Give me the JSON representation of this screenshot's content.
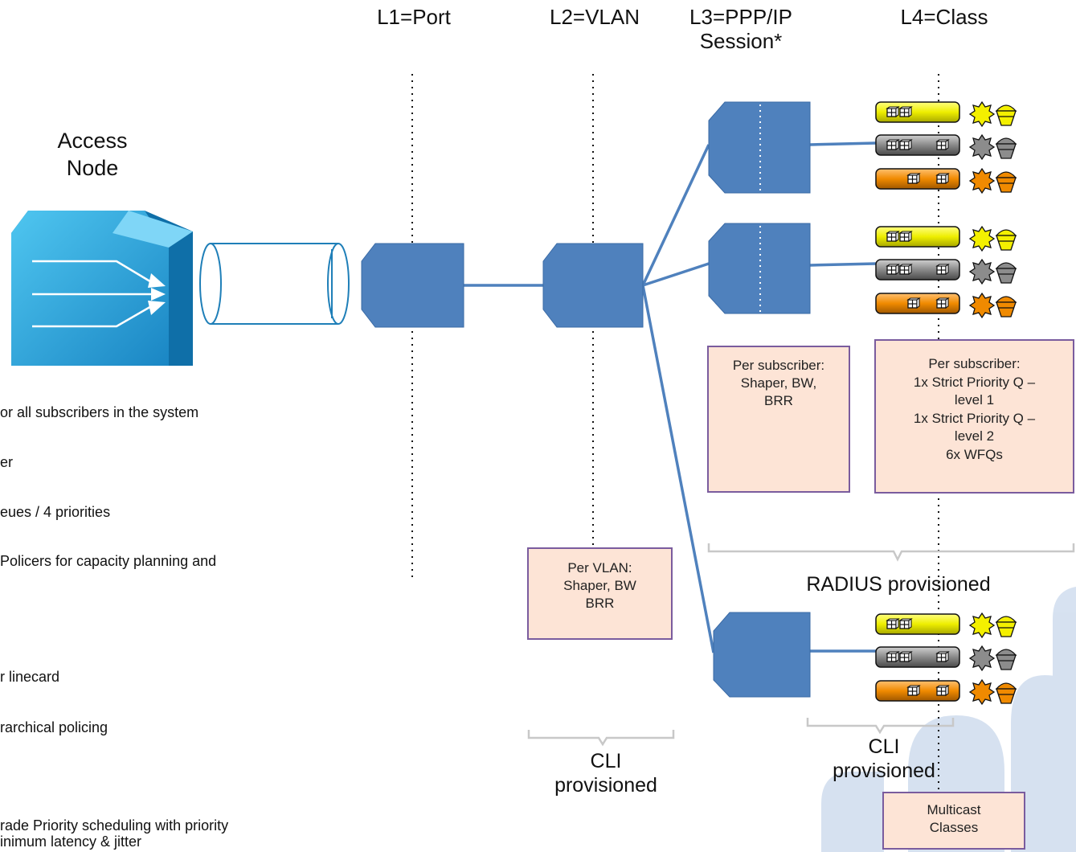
{
  "headers": {
    "l1": "L1=Port",
    "l2": "L2=VLAN",
    "l3": "L3=PPP/IP Session*",
    "l4": "L4=Class"
  },
  "access_node": "Access Node",
  "left_text": [
    "or all subscribers in the system",
    "er",
    "eues / 4 priorities",
    "Policers for capacity planning and",
    "r linecard",
    "rarchical policing",
    "rade Priority scheduling with priority",
    "inimum latency & jitter"
  ],
  "boxes": {
    "per_subscriber": "Per subscriber: Shaper, BW, BRR",
    "per_subscriber_queues": [
      "Per subscriber:",
      "1x Strict Priority Q –",
      "level 1",
      "1x Strict Priority Q –",
      "level 2",
      "6x WFQs"
    ],
    "per_vlan": [
      "Per VLAN:",
      "Shaper, BW",
      "BRR"
    ],
    "multicast": [
      "Multicast",
      "Classes"
    ]
  },
  "captions": {
    "radius": "RADIUS provisioned",
    "cli_left": [
      "CLI",
      "provisioned"
    ],
    "cli_right": [
      "CLI",
      "provisioned"
    ]
  },
  "colors": {
    "node_blue": "#4f81bd",
    "access_node": "#2aa1d6",
    "class_yellow": "#f2f200",
    "class_gray": "#8c8c8c",
    "class_orange": "#f08a00",
    "box_fill": "#fde4d6",
    "box_border": "#7a5c9e"
  }
}
